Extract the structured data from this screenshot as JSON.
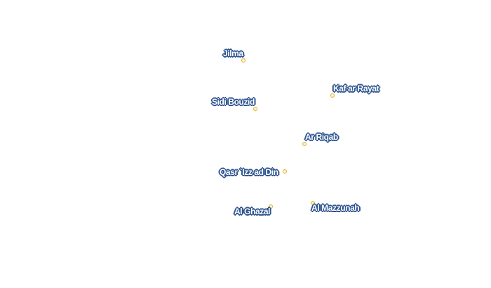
{
  "map": {
    "places": [
      {
        "id": "jilma",
        "name": "Jilma"
      },
      {
        "id": "sidi-bouzid",
        "name": "Sidi Bouzid"
      },
      {
        "id": "kaf-ar-rayat",
        "name": "Kaf ar Rayat"
      },
      {
        "id": "ar-riqab",
        "name": "Ar Riqab"
      },
      {
        "id": "qasr-izz-ad-din",
        "name": "Qasr `Izz ad Din"
      },
      {
        "id": "al-ghazal",
        "name": "Al Ghazal"
      },
      {
        "id": "al-mazzunah",
        "name": "Al Mazzunah"
      }
    ],
    "colors": {
      "label_fill": "#ffffff",
      "label_halo": "#2f5590",
      "marker_stroke": "#e0b030",
      "marker_fill": "#fff4c8"
    }
  }
}
